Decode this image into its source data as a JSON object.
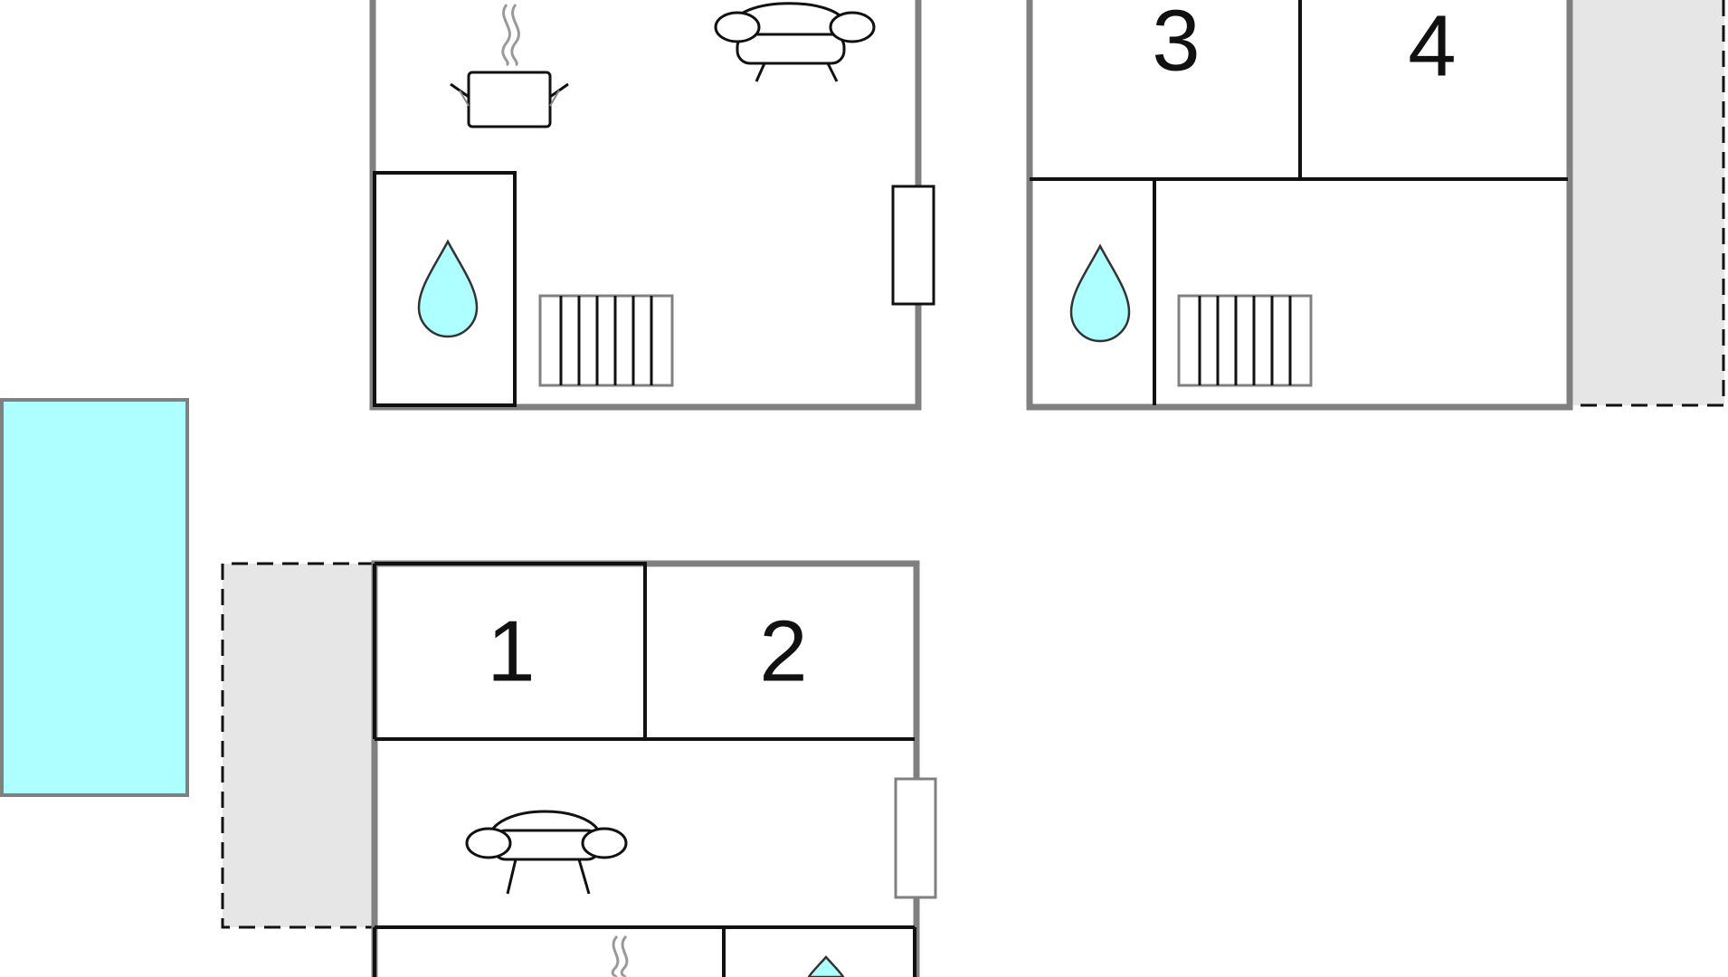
{
  "floorplan": {
    "rooms": [
      {
        "label": "1"
      },
      {
        "label": "2"
      },
      {
        "label": "3"
      },
      {
        "label": "4"
      }
    ],
    "colors": {
      "wall": "#808080",
      "partition": "#111111",
      "water": "#aeffff",
      "terrace": "#e6e6e6",
      "background": "#ffffff"
    },
    "icons": [
      "kitchen-pot-icon",
      "sofa-icon",
      "water-drop-icon",
      "stairs-icon",
      "door-icon",
      "pool"
    ]
  }
}
